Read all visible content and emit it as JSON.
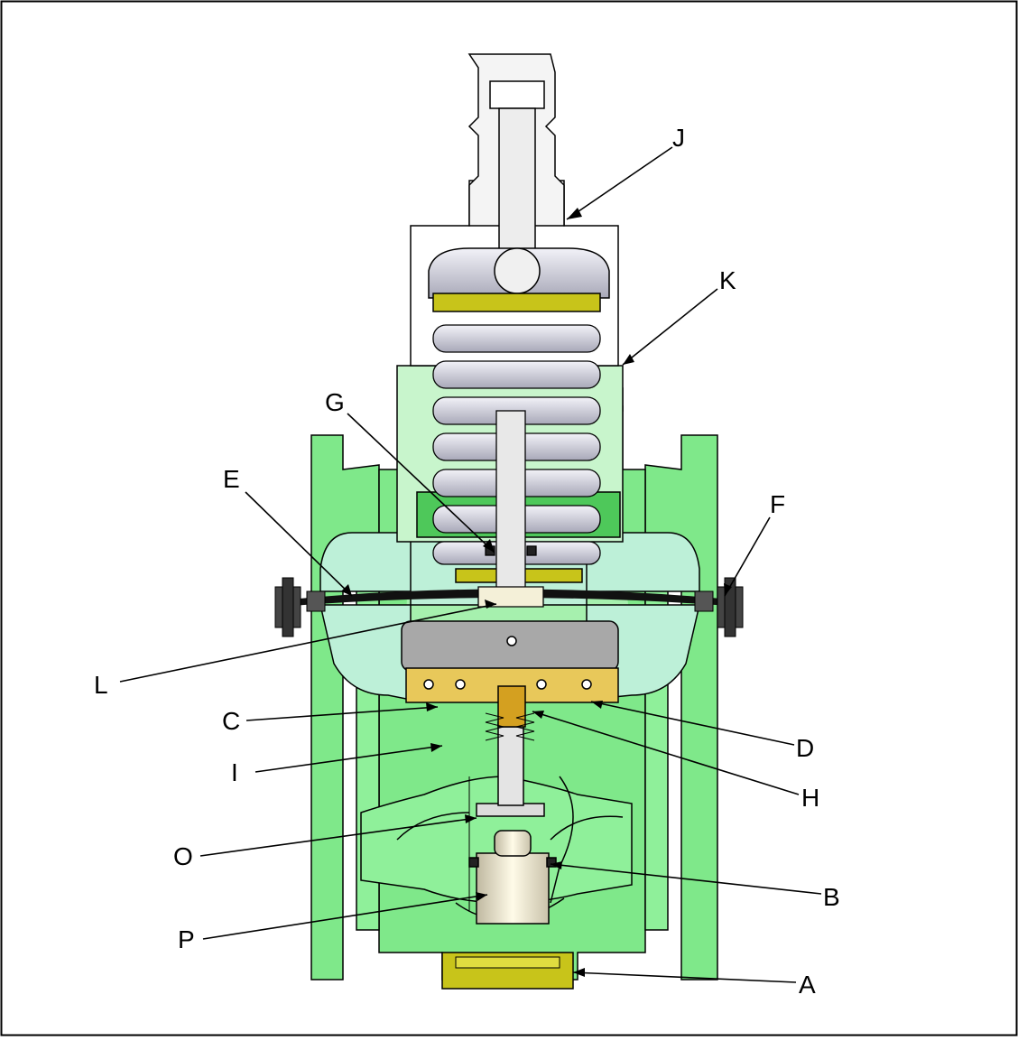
{
  "diagram": {
    "colors": {
      "body_green": "#7fe88a",
      "light_green": "#c8f5cc",
      "diaphragm_cavity": "#bdf0d8",
      "spring_grey": "#c9c9d4",
      "bonnet_white": "#ffffff",
      "yellow_part": "#c8c41a",
      "brass": "#e8c85a",
      "dark_part": "#222222",
      "outline": "#000000"
    },
    "callouts": {
      "A": "A",
      "B": "B",
      "C": "C",
      "D": "D",
      "E": "E",
      "F": "F",
      "G": "G",
      "H": "H",
      "I": "I",
      "J": "J",
      "K": "K",
      "L": "L",
      "O": "O",
      "P": "P"
    }
  }
}
